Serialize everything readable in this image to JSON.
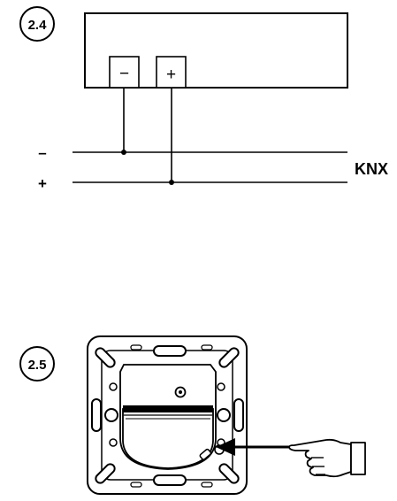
{
  "steps": {
    "step_a": "2.4",
    "step_b": "2.5"
  },
  "terminals": {
    "minus": "−",
    "plus": "+"
  },
  "bus": {
    "minus_label": "–",
    "plus_label": "+",
    "name": "KNX"
  }
}
